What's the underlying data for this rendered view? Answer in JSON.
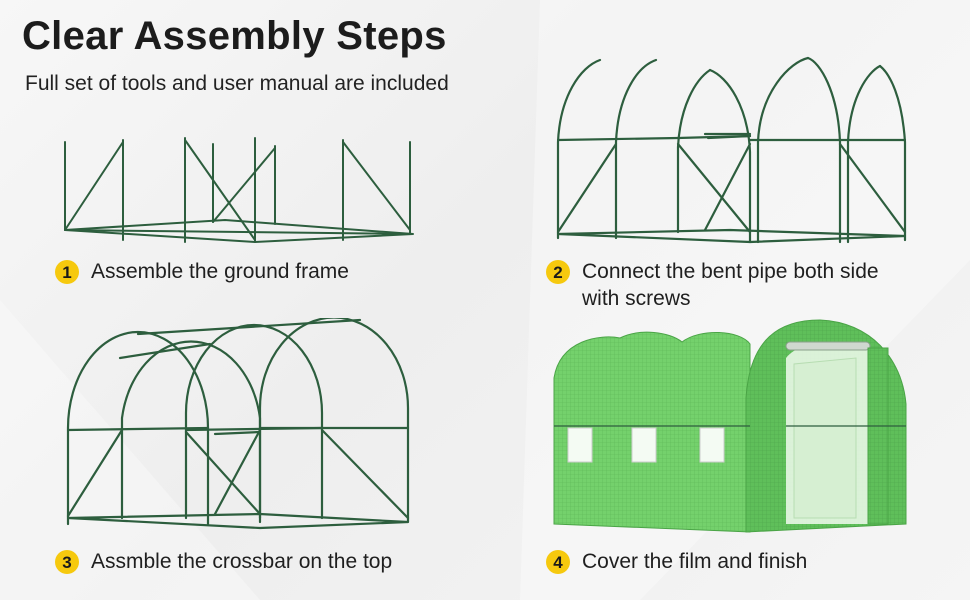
{
  "header": {
    "title": "Clear Assembly Steps",
    "subtitle": "Full set of tools and user manual are included"
  },
  "colors": {
    "frame": "#2d5e3e",
    "film": "#6fcf6a",
    "badge": "#f6c90e",
    "text": "#1f1f1f"
  },
  "steps": [
    {
      "number": "1",
      "text": "Assemble the ground frame"
    },
    {
      "number": "2",
      "text": "Connect the bent pipe both side\nwith screws"
    },
    {
      "number": "3",
      "text": "Assmble the crossbar on the top"
    },
    {
      "number": "4",
      "text": "Cover the film and finish"
    }
  ]
}
